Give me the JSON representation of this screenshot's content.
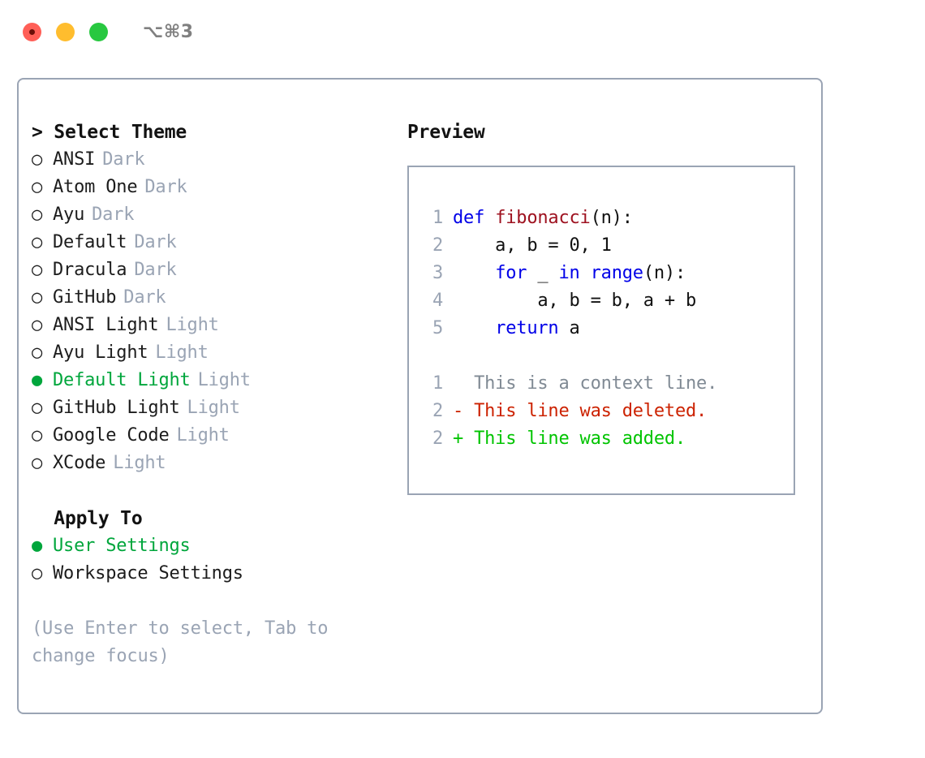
{
  "titlebar": {
    "shortcut": "⌥⌘3",
    "lights": [
      "close",
      "minimize",
      "zoom"
    ]
  },
  "theme_picker": {
    "heading": "> Select Theme",
    "items": [
      {
        "marker": "○",
        "label": "ANSI",
        "variant": "Dark",
        "selected": false
      },
      {
        "marker": "○",
        "label": "Atom One",
        "variant": "Dark",
        "selected": false
      },
      {
        "marker": "○",
        "label": "Ayu",
        "variant": "Dark",
        "selected": false
      },
      {
        "marker": "○",
        "label": "Default",
        "variant": "Dark",
        "selected": false
      },
      {
        "marker": "○",
        "label": "Dracula",
        "variant": "Dark",
        "selected": false
      },
      {
        "marker": "○",
        "label": "GitHub",
        "variant": "Dark",
        "selected": false
      },
      {
        "marker": "○",
        "label": "ANSI Light",
        "variant": "Light",
        "selected": false
      },
      {
        "marker": "○",
        "label": "Ayu Light",
        "variant": "Light",
        "selected": false
      },
      {
        "marker": "●",
        "label": "Default Light",
        "variant": "Light",
        "selected": true
      },
      {
        "marker": "○",
        "label": "GitHub Light",
        "variant": "Light",
        "selected": false
      },
      {
        "marker": "○",
        "label": "Google Code",
        "variant": "Light",
        "selected": false
      },
      {
        "marker": "○",
        "label": "XCode",
        "variant": "Light",
        "selected": false
      }
    ]
  },
  "apply_to": {
    "heading": "  Apply To",
    "items": [
      {
        "marker": "●",
        "label": "User Settings",
        "selected": true
      },
      {
        "marker": "○",
        "label": "Workspace Settings",
        "selected": false
      }
    ]
  },
  "hint": "(Use Enter to select, Tab to change focus)",
  "preview": {
    "heading": "Preview",
    "code_lines": [
      {
        "num": "1",
        "tokens": [
          {
            "text": "def ",
            "kind": "kw"
          },
          {
            "text": "fibonacci",
            "kind": "fn"
          },
          {
            "text": "(n):",
            "kind": "txt"
          }
        ]
      },
      {
        "num": "2",
        "tokens": [
          {
            "text": "    a, b = 0, 1",
            "kind": "txt"
          }
        ]
      },
      {
        "num": "3",
        "tokens": [
          {
            "text": "    ",
            "kind": "txt"
          },
          {
            "text": "for",
            "kind": "kw"
          },
          {
            "text": " _ ",
            "kind": "txt"
          },
          {
            "text": "in",
            "kind": "kw"
          },
          {
            "text": " ",
            "kind": "txt"
          },
          {
            "text": "range",
            "kind": "kw"
          },
          {
            "text": "(n):",
            "kind": "txt"
          }
        ]
      },
      {
        "num": "4",
        "tokens": [
          {
            "text": "        a, b = b, a + b",
            "kind": "txt"
          }
        ]
      },
      {
        "num": "5",
        "tokens": [
          {
            "text": "    ",
            "kind": "txt"
          },
          {
            "text": "return",
            "kind": "kw"
          },
          {
            "text": " a",
            "kind": "txt"
          }
        ]
      }
    ],
    "diff_lines": [
      {
        "num": "1",
        "text": "  This is a context line.",
        "kind": "ctx"
      },
      {
        "num": "2",
        "text": "- This line was deleted.",
        "kind": "del"
      },
      {
        "num": "2",
        "text": "+ This line was added.",
        "kind": "add"
      }
    ]
  },
  "colors": {
    "selection_green": "#00a63c",
    "keyword_blue": "#0000e8",
    "function_red": "#9e1220",
    "diff_delete": "#cc2200",
    "diff_add": "#00c400",
    "muted": "#9aa4b4",
    "border": "#9aa4b4"
  }
}
